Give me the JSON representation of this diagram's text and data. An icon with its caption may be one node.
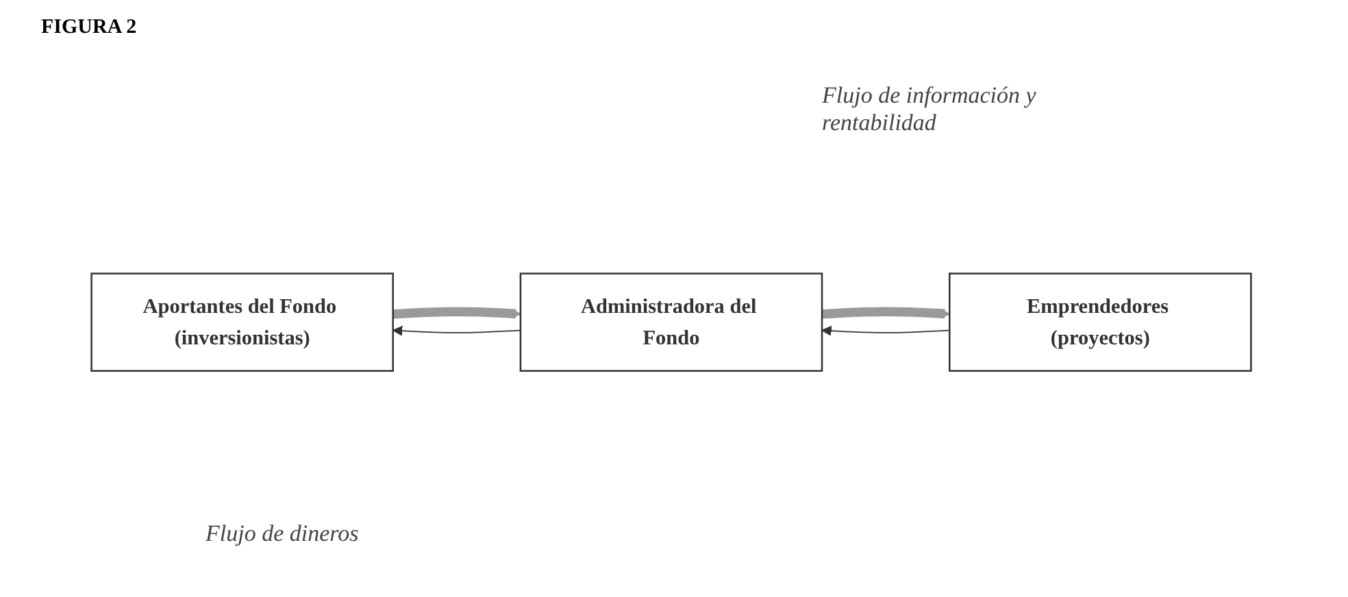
{
  "diagram": {
    "title": "FIGURA 2",
    "nodes": [
      {
        "text": [
          "Aportantes del Fondo (inversionistas)"
        ]
      },
      {
        "text": [
          "Administradora del Fondo"
        ]
      },
      {
        "text": [
          "Emprendedores (proyectos)"
        ]
      }
    ],
    "edges": [
      {
        "from": 0,
        "to": 1,
        "arrow": "to",
        "style": "thick",
        "color": "#9a9a9a"
      },
      {
        "from": 1,
        "to": 2,
        "arrow": "to",
        "style": "thick",
        "color": "#9a9a9a"
      },
      {
        "from": 1,
        "to": 0,
        "arrow": "to",
        "color": "#333333"
      },
      {
        "from": 2,
        "to": 1,
        "arrow": "to",
        "color": "#333333"
      }
    ],
    "labels": [
      "Flujo de información y rentabilidad",
      "Flujo de dineros"
    ]
  }
}
